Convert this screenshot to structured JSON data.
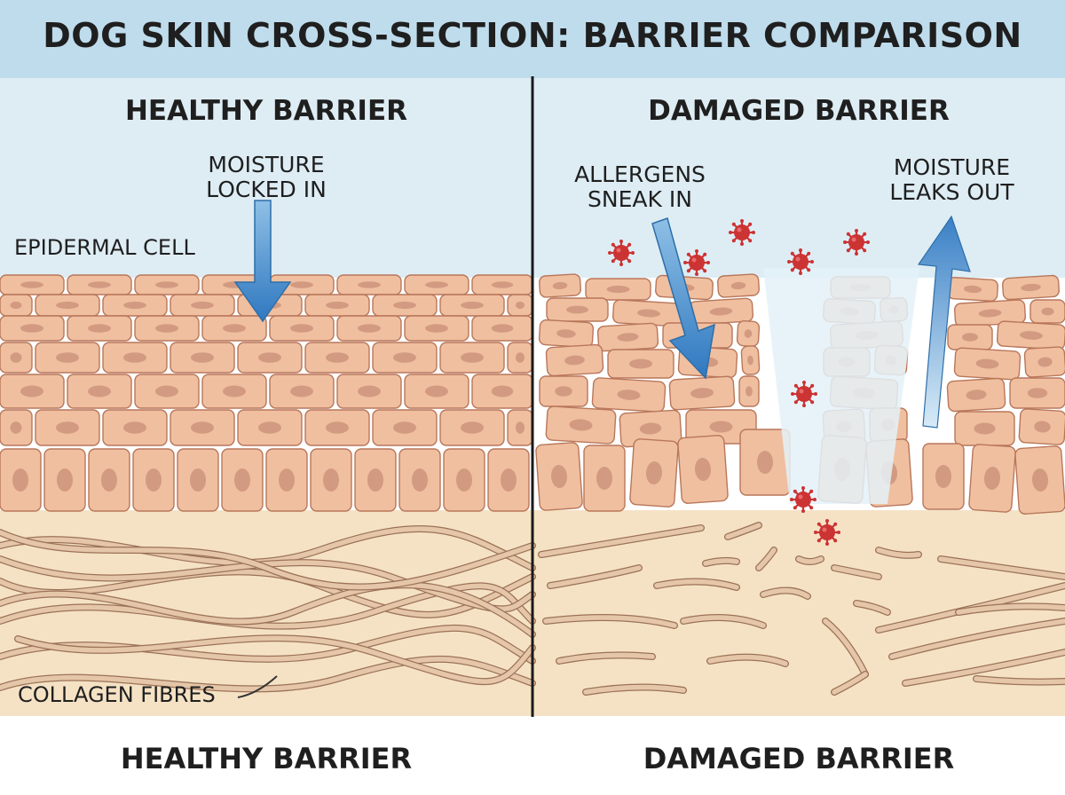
{
  "title": "DOG SKIN CROSS-SECTION: BARRIER COMPARISON",
  "healthy": {
    "heading": "HEALTHY BARRIER",
    "moisture_line1": "MOISTURE",
    "moisture_line2": "LOCKED IN",
    "cell_label": "EPIDERMAL CELL",
    "collagen_label": "COLLAGEN FIBRES",
    "footer": "HEALTHY BARRIER"
  },
  "damaged": {
    "heading": "DAMAGED BARRIER",
    "allergens_line1": "ALLERGENS",
    "allergens_line2": "SNEAK IN",
    "moisture_line1": "MOISTURE",
    "moisture_line2": "LEAKS OUT",
    "footer": "DAMAGED BARRIER"
  },
  "colors": {
    "header_band": "#bfdcec",
    "sky": "#deedf4",
    "dermis": "#f5e2c4",
    "cell_fill": "#efbfa0",
    "cell_stroke": "#b9775a",
    "nucleus": "#d39a82",
    "fiber": "#e5c6a8",
    "fiber_stroke": "#9b7258",
    "arrow": "#3f86c9",
    "allergen": "#cc3333"
  }
}
